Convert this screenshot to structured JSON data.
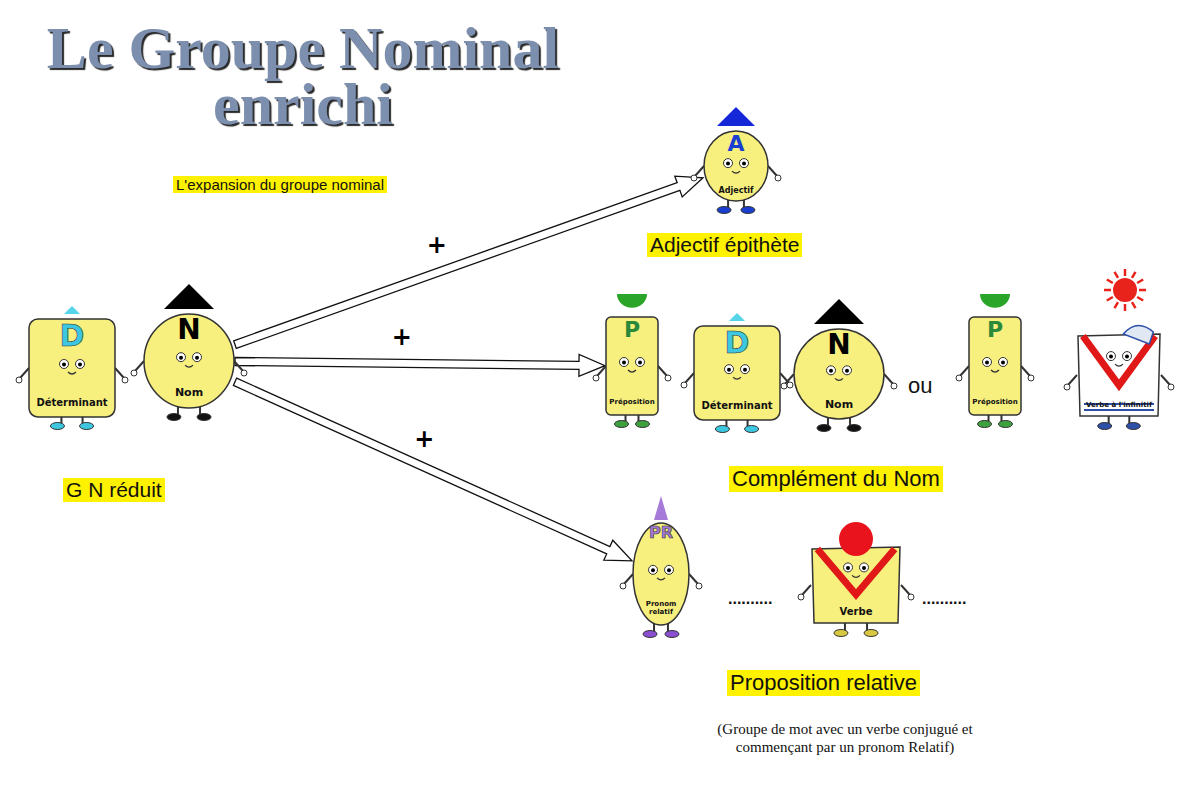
{
  "diagram": {
    "title": "Le Groupe Nominal enrichi",
    "caption": "(Groupe de mot avec un verbe conjugué et commençant par un pronom Relatif)",
    "nodes": [
      {
        "text": [
          "A",
          "Adjectif"
        ]
      },
      {
        "text": [
          "D",
          "Déterminant"
        ]
      },
      {
        "text": [
          "N",
          "Nom"
        ]
      },
      {
        "text": [
          "P",
          "Préposition"
        ]
      },
      {
        "text": [
          "D",
          "Déterminant"
        ]
      },
      {
        "text": [
          "N",
          "Nom"
        ]
      },
      {
        "text": [
          "P",
          "Préposition"
        ]
      },
      {
        "text": [
          "Verbe à l'infinitif"
        ]
      },
      {
        "text": [
          "PR",
          "Pronom relatif"
        ]
      },
      {
        "text": [
          "Verbe"
        ]
      }
    ],
    "edges": [
      {
        "from": 2,
        "to": 0,
        "arrow": "to",
        "label": "+"
      },
      {
        "from": 2,
        "to": 3,
        "arrow": "to",
        "label": "+"
      },
      {
        "from": 2,
        "to": 8,
        "arrow": "to",
        "label": "+"
      }
    ],
    "labels": [
      "L'expansion du groupe nominal",
      "G N réduit",
      "Adjectif épithète",
      "Complément du Nom",
      "ou",
      "..........",
      "..........",
      "Proposition relative"
    ]
  }
}
